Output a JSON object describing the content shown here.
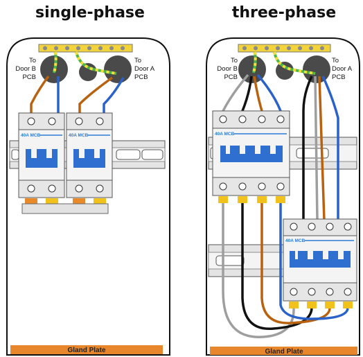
{
  "titles": {
    "left": "single-phase",
    "right": "three-phase"
  },
  "labels": {
    "door_b": [
      "To",
      "Door B",
      "PCB"
    ],
    "door_a": [
      "To",
      "Door A",
      "PCB"
    ],
    "mcb": "40A MCB",
    "gland_plate": "Gland Plate"
  },
  "colors": {
    "bar": "#f2d33b",
    "grommet": "#4a4a4a",
    "mcb_blue": "#2f6fd0",
    "gland": "#e8862c",
    "wire_brown": "#b8620f",
    "wire_blue": "#2a62c9",
    "wire_grey": "#9e9e9e",
    "wire_black": "#111111",
    "earth_green": "#4bb84b",
    "earth_yellow": "#f4de3a",
    "rail": "#d9d9d9",
    "lug": "#f2c21c",
    "lug_orange": "#e88a2a"
  }
}
